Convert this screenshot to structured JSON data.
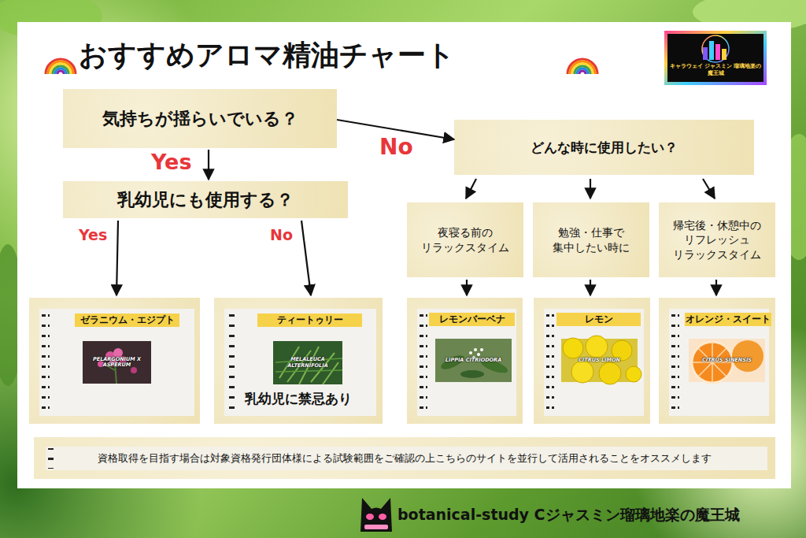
{
  "diagram": {
    "title": "おすすめアロマ精油チャート",
    "nodes": [
      {
        "text": [
          "気持ちが揺らいでいる？"
        ]
      },
      {
        "text": [
          "乳幼児にも使用する？"
        ]
      },
      {
        "text": [
          "どんな時に使用したい？"
        ]
      },
      {
        "text": [
          "夜寝る前の リラックスタイム"
        ]
      },
      {
        "text": [
          "勉強・仕事で 集中したい時に"
        ]
      },
      {
        "text": [
          "帰宅後・休憩中の リフレッシュ リラックスタイム"
        ]
      },
      {
        "text": [
          "ゼラニウム・エジプト",
          "PELARGONIUM X ASPERUM"
        ]
      },
      {
        "text": [
          "ティートゥリー",
          "MELALEUCA ALTERNIFOLIA",
          "乳幼児に禁忌あり"
        ]
      },
      {
        "text": [
          "レモンバーベナ",
          "LIPPIA CITRIODORA"
        ]
      },
      {
        "text": [
          "レモン",
          "CITRUS LIMON"
        ]
      },
      {
        "text": [
          "オレンジ・スイート",
          "CITRUS SINENSIS"
        ]
      },
      {
        "text": [
          "資格取得を目指す場合は対象資格発行団体様による試験範囲をご確認の上こちらのサイトを並行して活用されることをオススメします"
        ]
      }
    ],
    "edges": [
      {
        "from": 0,
        "to": 1,
        "label": "Yes",
        "arrow": "to"
      },
      {
        "from": 0,
        "to": 2,
        "label": "No",
        "arrow": "to"
      },
      {
        "from": 1,
        "to": 6,
        "label": "Yes",
        "arrow": "to"
      },
      {
        "from": 1,
        "to": 7,
        "label": "No",
        "arrow": "to"
      },
      {
        "from": 2,
        "to": 3,
        "arrow": "to"
      },
      {
        "from": 2,
        "to": 4,
        "arrow": "to"
      },
      {
        "from": 2,
        "to": 5,
        "arrow": "to"
      },
      {
        "from": 3,
        "to": 8,
        "arrow": "to"
      },
      {
        "from": 4,
        "to": 9,
        "arrow": "to"
      },
      {
        "from": 5,
        "to": 10,
        "arrow": "to"
      }
    ],
    "labels": [
      "キャラウェイ ジャスミン 瑠璃地楽の魔王城",
      "botanical-study Cジャスミン瑠璃地楽の魔王城"
    ]
  }
}
